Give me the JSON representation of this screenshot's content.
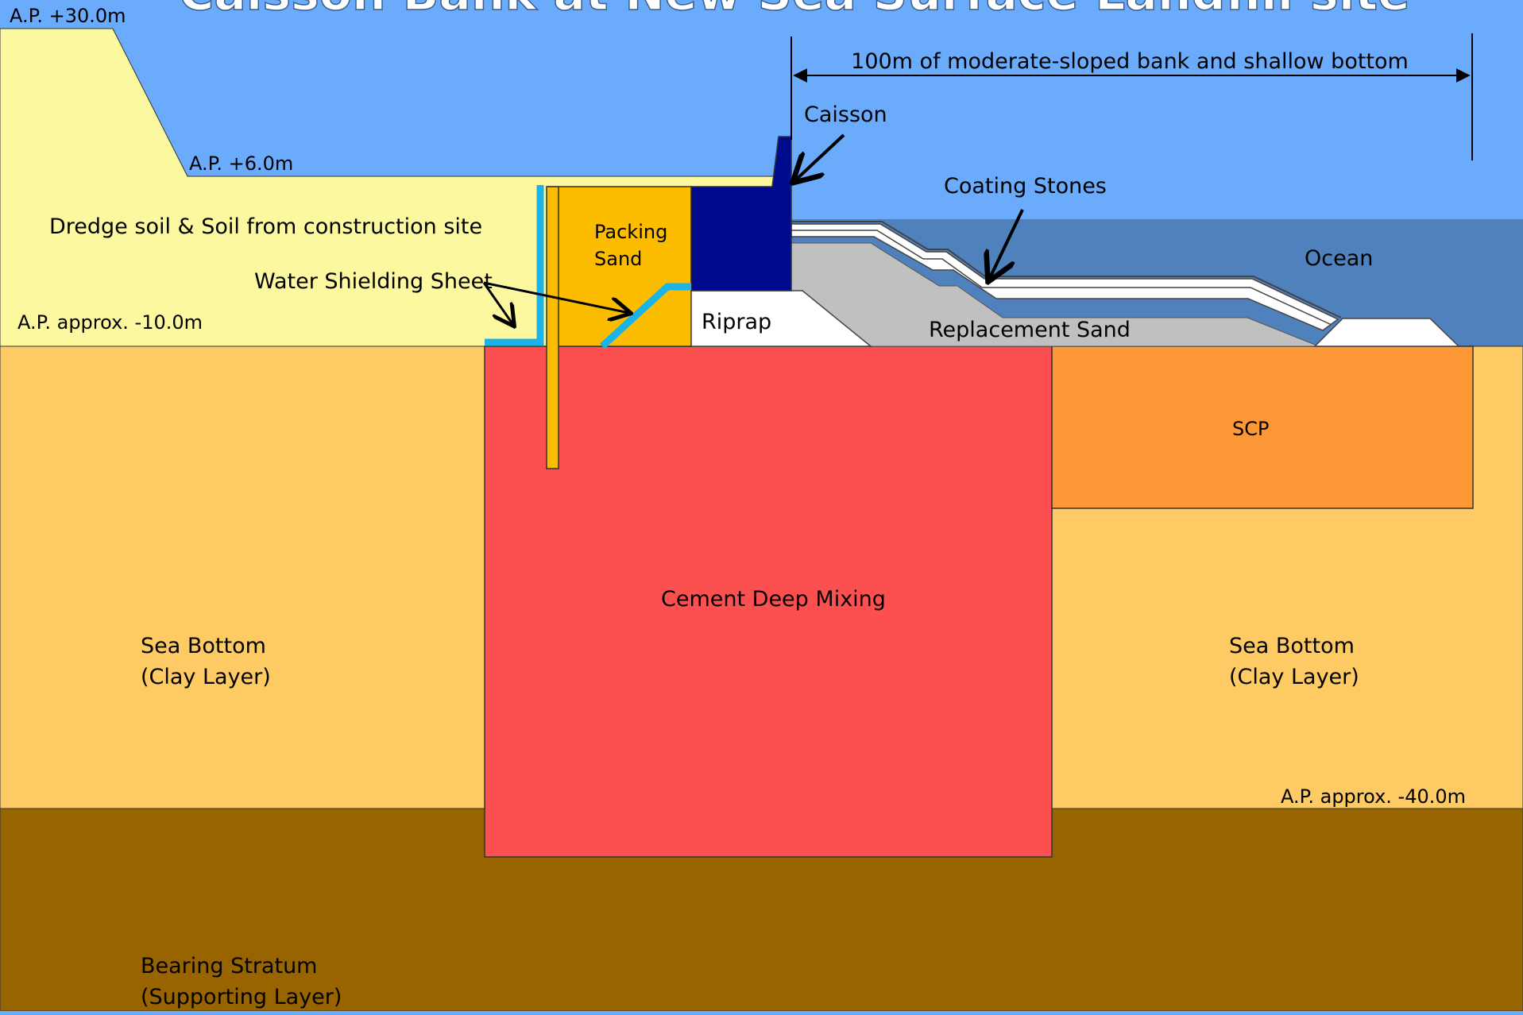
{
  "title": "Caisson Bank at New Sea Surface Landfill site",
  "colors": {
    "sky": "#6aabfc",
    "ocean": "#4f81bd",
    "dredge_soil": "#fcf8a0",
    "packing_sand": "#fcbd00",
    "caisson": "#000a8c",
    "riprap": "#ffffff",
    "replacement_sand": "#c0c0c0",
    "coating_stones": "#ffffff",
    "clay": "#fdca64",
    "cement": "#fc5050",
    "scp": "#fc9836",
    "bearing": "#986400",
    "sheet": "#1cb4e8"
  },
  "levels": {
    "top": "A.P. +30.0m",
    "mid": "A.P. +6.0m",
    "seabed": "A.P. approx. -10.0m",
    "bottom": "A.P. approx. -40.0m"
  },
  "labels": {
    "dimension": "100m of moderate-sloped bank and shallow bottom",
    "caisson": "Caisson",
    "coating_stones": "Coating Stones",
    "ocean": "Ocean",
    "dredge": "Dredge soil & Soil from construction site",
    "packing_sand_line1": "Packing",
    "packing_sand_line2": "Sand",
    "water_sheet": "Water Shielding Sheet",
    "riprap": "Riprap",
    "replacement_sand": "Replacement Sand",
    "scp": "SCP",
    "cement": "Cement Deep Mixing",
    "sea_bottom_left_1": "Sea Bottom",
    "sea_bottom_left_2": "(Clay Layer)",
    "sea_bottom_right_1": "Sea Bottom",
    "sea_bottom_right_2": "(Clay Layer)",
    "bearing_1": "Bearing Stratum",
    "bearing_2": "(Supporting Layer)"
  }
}
